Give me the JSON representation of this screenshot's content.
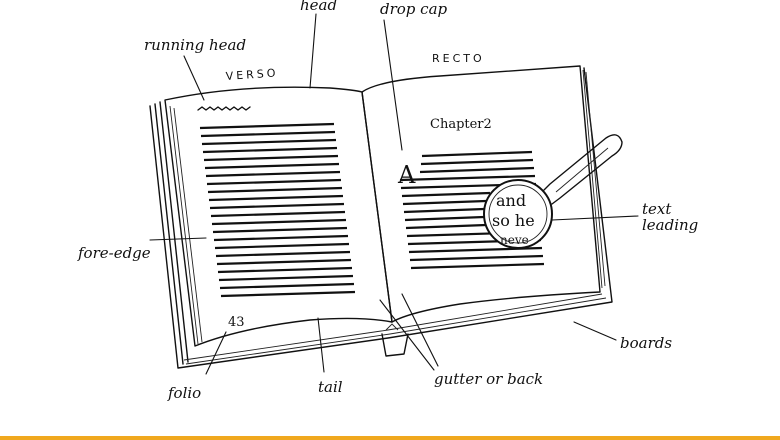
{
  "labels": {
    "head": "head",
    "drop_cap_label": "drop cap",
    "running_head": "running head",
    "verso": "VERSO",
    "recto": "RECTO",
    "chapter": "Chapter2",
    "drop_cap_letter": "A",
    "text_leading_1": "text",
    "text_leading_2": "leading",
    "magnifier_line1": "and",
    "magnifier_line2": "so he",
    "magnifier_line3": "neve",
    "fore_edge": "fore-edge",
    "folio_number": "43",
    "folio": "folio",
    "tail": "tail",
    "gutter": "gutter or back",
    "boards": "boards"
  },
  "colors": {
    "ink": "#111111",
    "accent_bar": "#f0a81e"
  }
}
